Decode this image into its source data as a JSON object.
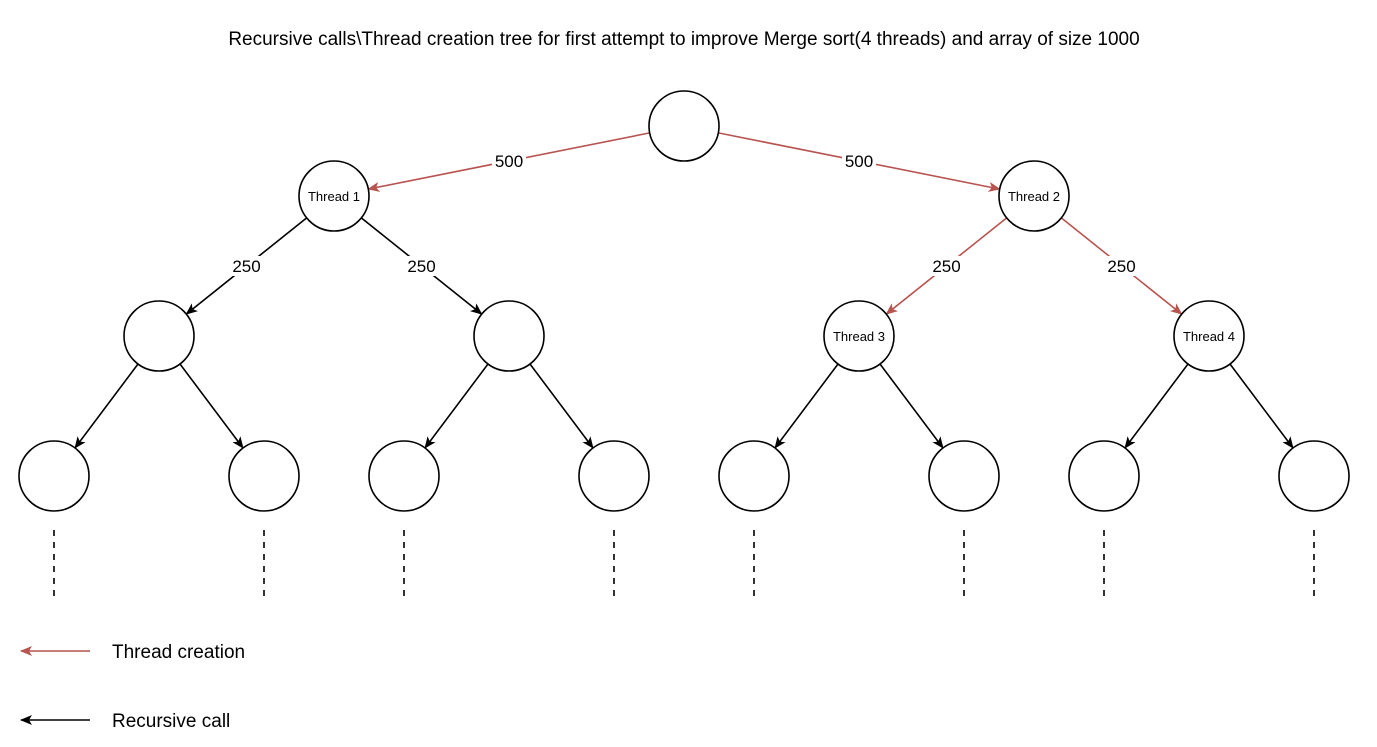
{
  "title": "Recursive calls\\Thread creation tree for first attempt to improve Merge sort(4 threads) and array of size 1000",
  "colors": {
    "thread_creation": "#b85450",
    "recursive_call": "#000000"
  },
  "nodes": [
    {
      "id": "root",
      "label": ""
    },
    {
      "id": "t1",
      "label": "Thread 1"
    },
    {
      "id": "t2",
      "label": "Thread 2"
    },
    {
      "id": "l2a",
      "label": ""
    },
    {
      "id": "l2b",
      "label": ""
    },
    {
      "id": "t3",
      "label": "Thread 3"
    },
    {
      "id": "t4",
      "label": "Thread 4"
    },
    {
      "id": "l3a",
      "label": ""
    },
    {
      "id": "l3b",
      "label": ""
    },
    {
      "id": "l3c",
      "label": ""
    },
    {
      "id": "l3d",
      "label": ""
    },
    {
      "id": "l3e",
      "label": ""
    },
    {
      "id": "l3f",
      "label": ""
    },
    {
      "id": "l3g",
      "label": ""
    },
    {
      "id": "l3h",
      "label": ""
    }
  ],
  "edges": [
    {
      "from": "root",
      "to": "t1",
      "kind": "thread_creation",
      "label": "500"
    },
    {
      "from": "root",
      "to": "t2",
      "kind": "thread_creation",
      "label": "500"
    },
    {
      "from": "t1",
      "to": "l2a",
      "kind": "recursive_call",
      "label": "250"
    },
    {
      "from": "t1",
      "to": "l2b",
      "kind": "recursive_call",
      "label": "250"
    },
    {
      "from": "t2",
      "to": "t3",
      "kind": "thread_creation",
      "label": "250"
    },
    {
      "from": "t2",
      "to": "t4",
      "kind": "thread_creation",
      "label": "250"
    },
    {
      "from": "l2a",
      "to": "l3a",
      "kind": "recursive_call",
      "label": ""
    },
    {
      "from": "l2a",
      "to": "l3b",
      "kind": "recursive_call",
      "label": ""
    },
    {
      "from": "l2b",
      "to": "l3c",
      "kind": "recursive_call",
      "label": ""
    },
    {
      "from": "l2b",
      "to": "l3d",
      "kind": "recursive_call",
      "label": ""
    },
    {
      "from": "t3",
      "to": "l3e",
      "kind": "recursive_call",
      "label": ""
    },
    {
      "from": "t3",
      "to": "l3f",
      "kind": "recursive_call",
      "label": ""
    },
    {
      "from": "t4",
      "to": "l3g",
      "kind": "recursive_call",
      "label": ""
    },
    {
      "from": "t4",
      "to": "l3h",
      "kind": "recursive_call",
      "label": ""
    }
  ],
  "continuation_markers": [
    "l3a",
    "l3b",
    "l3c",
    "l3d",
    "l3e",
    "l3f",
    "l3g",
    "l3h"
  ],
  "legend": [
    {
      "kind": "thread_creation",
      "label": "Thread creation"
    },
    {
      "kind": "recursive_call",
      "label": "Recursive call"
    }
  ]
}
